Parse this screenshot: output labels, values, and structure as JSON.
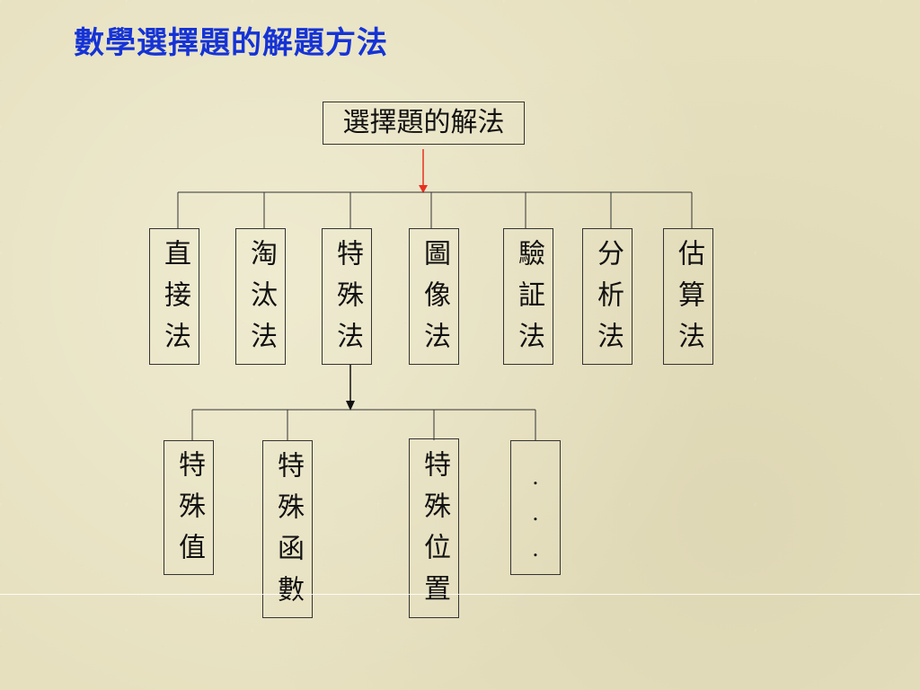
{
  "slide": {
    "title": "數學選擇題的解題方法"
  },
  "root": {
    "label": "選擇題的解法"
  },
  "methods": [
    {
      "label": "直接法"
    },
    {
      "label": "淘汰法"
    },
    {
      "label": "特殊法"
    },
    {
      "label": "圖像法"
    },
    {
      "label": "驗証法"
    },
    {
      "label": "分析法"
    },
    {
      "label": "估算法"
    }
  ],
  "special": [
    {
      "label": "特殊值"
    },
    {
      "label": "特殊函數"
    },
    {
      "label": "特殊位置"
    }
  ],
  "ellipsis": {
    "dot1": ".",
    "dot2": ".",
    "dot3": "."
  },
  "colors": {
    "title": "#1533d6",
    "root_arrow": "#e8301f",
    "line": "#333333"
  }
}
